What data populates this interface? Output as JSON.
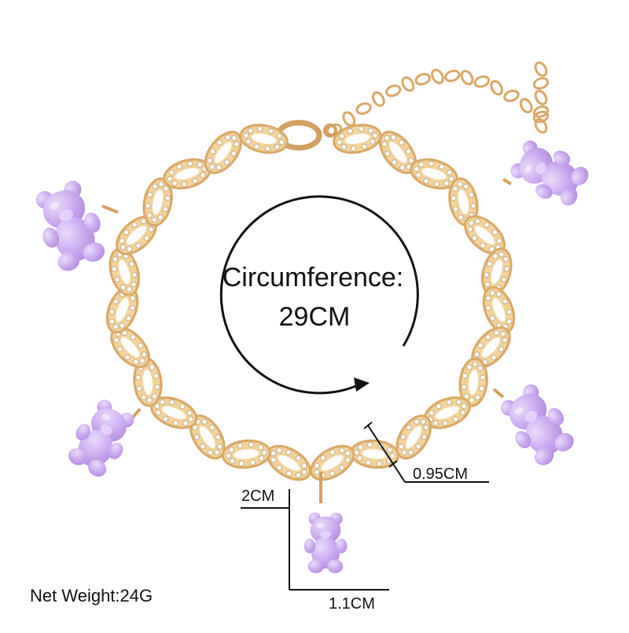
{
  "product": {
    "circumference_title": "Circumference:",
    "circumference_value": "29CM",
    "link_width": "0.95CM",
    "charm_height": "2CM",
    "charm_width": "1.1CM",
    "net_weight": "Net Weight:24G"
  },
  "colors": {
    "chain_gold": "#d9a866",
    "chain_highlight": "#f3d39b",
    "rhinestone": "#fdfbf4",
    "bear_lilac": "#c8a6ee",
    "bear_light": "#e2cdfa",
    "text": "#111111",
    "background": "#ffffff"
  }
}
